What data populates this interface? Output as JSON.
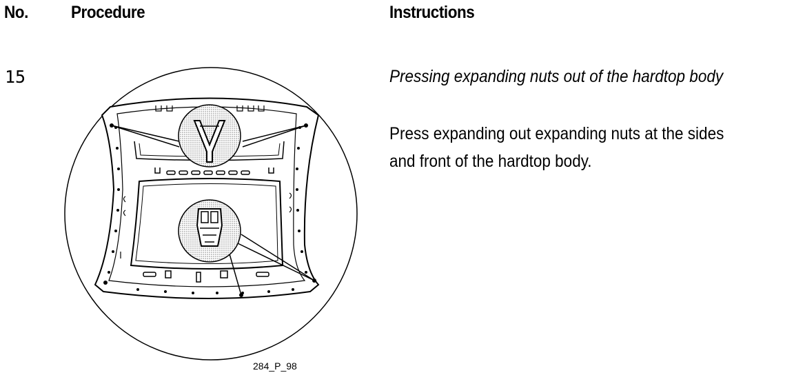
{
  "header": {
    "no_label": "No.",
    "procedure_label": "Procedure",
    "instructions_label": "Instructions"
  },
  "step": {
    "number": "15",
    "title": "Pressing expanding nuts out of the hardtop body",
    "text_lines": [
      "Press expanding out expanding nuts at the sides",
      "and front of the hardtop body."
    ]
  },
  "figure": {
    "caption": "284_P_98"
  }
}
